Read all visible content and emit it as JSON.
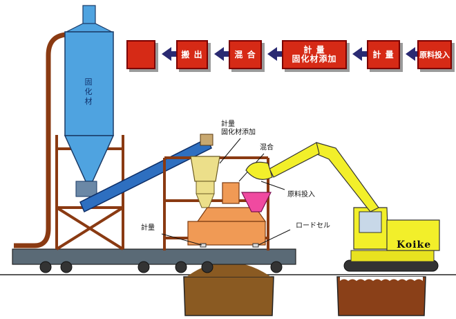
{
  "flow": {
    "step_input": "原料投入",
    "step_weigh": "計 量",
    "step_weigh_add_line1": "計 量",
    "step_weigh_add_line2": "固化材添加",
    "step_mix": "混 合",
    "step_out": "搬 出",
    "step_end": ""
  },
  "silo": {
    "label": "固化材"
  },
  "labels": {
    "weigh_add_line1": "計量",
    "weigh_add_line2": "固化材添加",
    "mix": "混合",
    "input": "原料投入",
    "weigh": "計量",
    "load_cell": "ロードセル"
  },
  "brand": {
    "excavator": "Koike"
  },
  "colors": {
    "flow_box": "#d62a16",
    "arrow": "#2a2a72",
    "silo": "#4fa3e0",
    "frame": "#8a3a12",
    "excavator": "#f2ef2a",
    "mixer": "#f09a55",
    "hopper": "#f04aa0",
    "feeder": "#ecdf8a",
    "soil": "#8a5a22"
  }
}
